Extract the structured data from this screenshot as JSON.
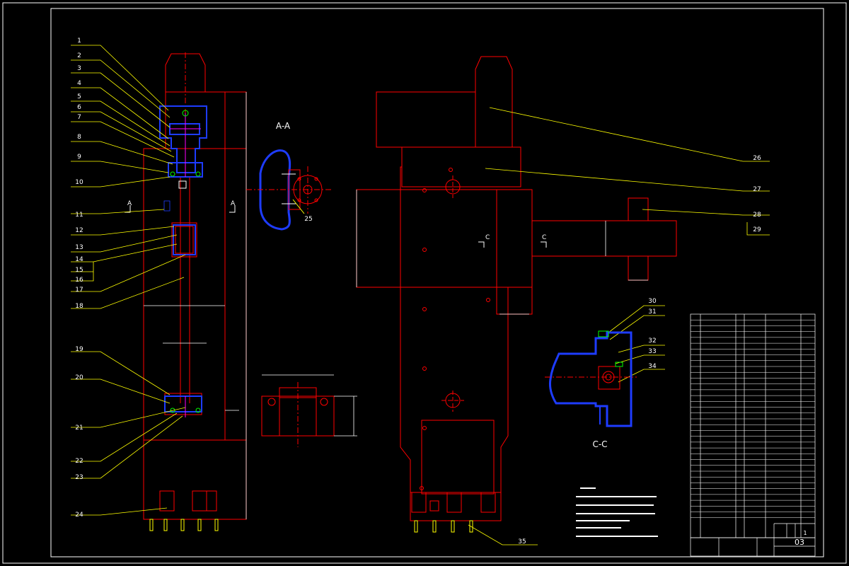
{
  "colors": {
    "background": "#000000",
    "outline": "#ff0000",
    "leader": "#ffff00",
    "dimension": "#ffffff",
    "hatch": "#1e3cff",
    "small_parts": "#00ff00"
  },
  "part_numbers_left": [
    "1",
    "2",
    "3",
    "4",
    "5",
    "6",
    "7",
    "8",
    "9",
    "10",
    "11",
    "12",
    "13",
    "14",
    "15",
    "16",
    "17",
    "18",
    "19",
    "20",
    "21",
    "22",
    "23",
    "24"
  ],
  "part_numbers_right": [
    "26",
    "27",
    "28",
    "29",
    "30",
    "31",
    "32",
    "33",
    "34",
    "35"
  ],
  "part_number_view": "25",
  "section_labels": {
    "aa": "A-A",
    "cc": "C-C",
    "a_marker": "A",
    "c_marker": "C"
  },
  "title_block": {
    "drawing_no": "03",
    "quantity": "1"
  }
}
